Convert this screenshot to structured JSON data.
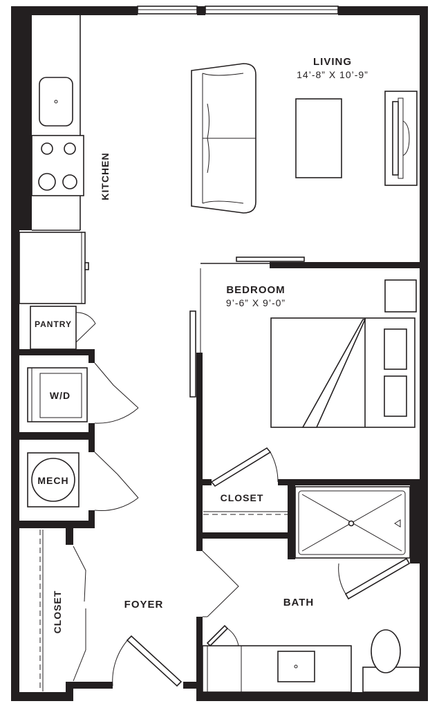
{
  "rooms": {
    "living": {
      "label": "LIVING",
      "dimensions": "14’-8” X 10’-9”"
    },
    "kitchen": {
      "label": "KITCHEN"
    },
    "bedroom": {
      "label": "BEDROOM",
      "dimensions": "9’-6” X 9’-0”"
    },
    "pantry": {
      "label": "PANTRY"
    },
    "washer_dryer": {
      "label": "W/D"
    },
    "mech": {
      "label": "MECH"
    },
    "bedroom_closet": {
      "label": "CLOSET"
    },
    "foyer_closet": {
      "label": "CLOSET"
    },
    "foyer": {
      "label": "FOYER"
    },
    "bath": {
      "label": "BATH"
    }
  },
  "colors": {
    "wall": "#231f20",
    "background": "#ffffff"
  }
}
